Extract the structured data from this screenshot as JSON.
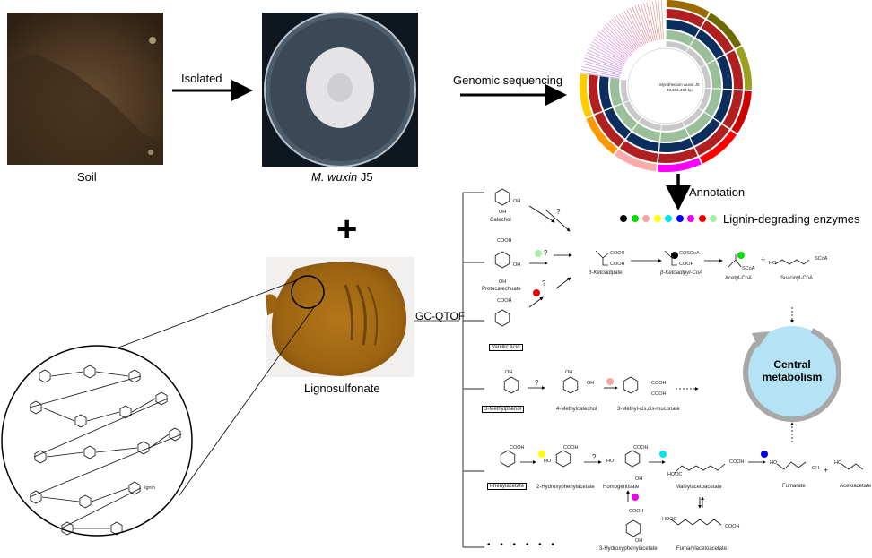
{
  "top_row": {
    "soil_label": "Soil",
    "isolated_label": "Isolated",
    "strain_label_italic": "M. wuxin",
    "strain_label_suffix": " J5",
    "genomic_label": "Genomic sequencing",
    "genome_circle": {
      "title": "Myrothecium wuxin J5",
      "size": "40,581,494 bp",
      "outer_ring_colors": [
        "#9a6a00",
        "#6b6b00",
        "#9aa020",
        "#cc0000",
        "#ff0000",
        "#ff00ff",
        "#ffaaaa",
        "#ff9900",
        "#ffcc00"
      ]
    }
  },
  "annotation": {
    "label": "Annotation",
    "enzymes_label": "Lignin-degrading enzymes",
    "enzyme_colors": [
      "#000000",
      "#00e000",
      "#f4a6a6",
      "#ffff00",
      "#00e5f0",
      "#0000ee",
      "#ee00ee",
      "#ee0000",
      "#a8f0a8"
    ]
  },
  "middle": {
    "plus": "+",
    "lignosulfonate_label": "Lignosulfonate",
    "gcqtof_label": "GC-QTOF",
    "lignin_label": "lignin"
  },
  "pathways": {
    "catechol": "Catechol",
    "protocatechuate": "Protocatechuate",
    "vanillic_acid": "Vanillic Acid",
    "ketoadipate": "β-Ketoadipate",
    "ketoadipyl_coa": "β-Ketoadipyl-CoA",
    "acetyl_coa": "Acetyl-CoA",
    "succinyl_coa": "Succinyl-CoA",
    "methylphenol": "3-Methylphenol",
    "methylcatechol": "4-Methylcatechol",
    "methyl_muconate": "3-Methyl-cis,cis-muconate",
    "phenylacetate": "Phenylacetate",
    "hydroxyphenylacetate2": "2-Hydroxyphenylacetate",
    "homogentisate": "Homogentisate",
    "maleylacetoacetate": "Maleylacetoacetate",
    "fumarate": "Fumarate",
    "acetoacetate": "Acetoacetate",
    "hydroxyphenylacetate3": "3-Hydroxyphenylacetate",
    "fumarylacetoacetate": "Fumarylacetoacetate",
    "unknown": "?",
    "plus": "+",
    "more": "• • • • • •",
    "chem": {
      "cooh": "COOH",
      "hooc": "HOOC",
      "oh": "OH",
      "ho": "HO",
      "o": "O",
      "scoa": "SCoA",
      "coscoa": "COSCoA"
    }
  },
  "central": {
    "line1": "Central",
    "line2": "metabolism"
  }
}
